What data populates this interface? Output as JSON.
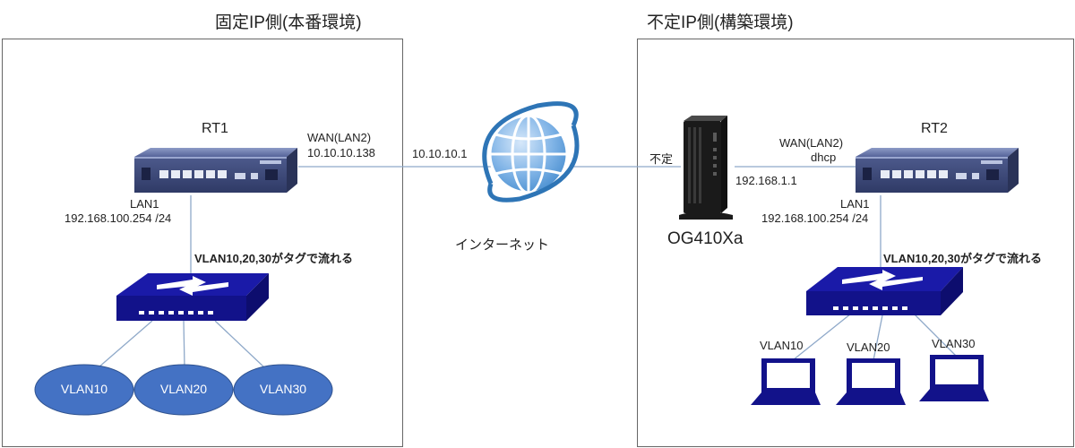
{
  "left_zone": {
    "title": "固定IP側(本番環境)",
    "router_name": "RT1",
    "wan_label": "WAN(LAN2)",
    "wan_ip": "10.10.10.138",
    "lan_label": "LAN1",
    "lan_ip": "192.168.100.254 /24",
    "vlan_note": "VLAN10,20,30がタグで流れる",
    "vlans": [
      "VLAN10",
      "VLAN20",
      "VLAN30"
    ]
  },
  "internet": {
    "label": "インターネット",
    "ip": "10.10.10.1"
  },
  "right_zone": {
    "title": "不定IP側(構築環境)",
    "isp_label": "不定",
    "onu_name": "OG410Xa",
    "onu_ip": "192.168.1.1",
    "router_name": "RT2",
    "wan_label": "WAN(LAN2)",
    "wan_mode": "dhcp",
    "lan_label": "LAN1",
    "lan_ip": "192.168.100.254 /24",
    "vlan_note": "VLAN10,20,30がタグで流れる",
    "vlans": [
      "VLAN10",
      "VLAN20",
      "VLAN30"
    ]
  },
  "colors": {
    "switch_blue": "#1a1aa8",
    "vlan_blue": "#4472c4",
    "globe_blue": "#5b9bd5",
    "router_body": "#3d4a7a"
  }
}
